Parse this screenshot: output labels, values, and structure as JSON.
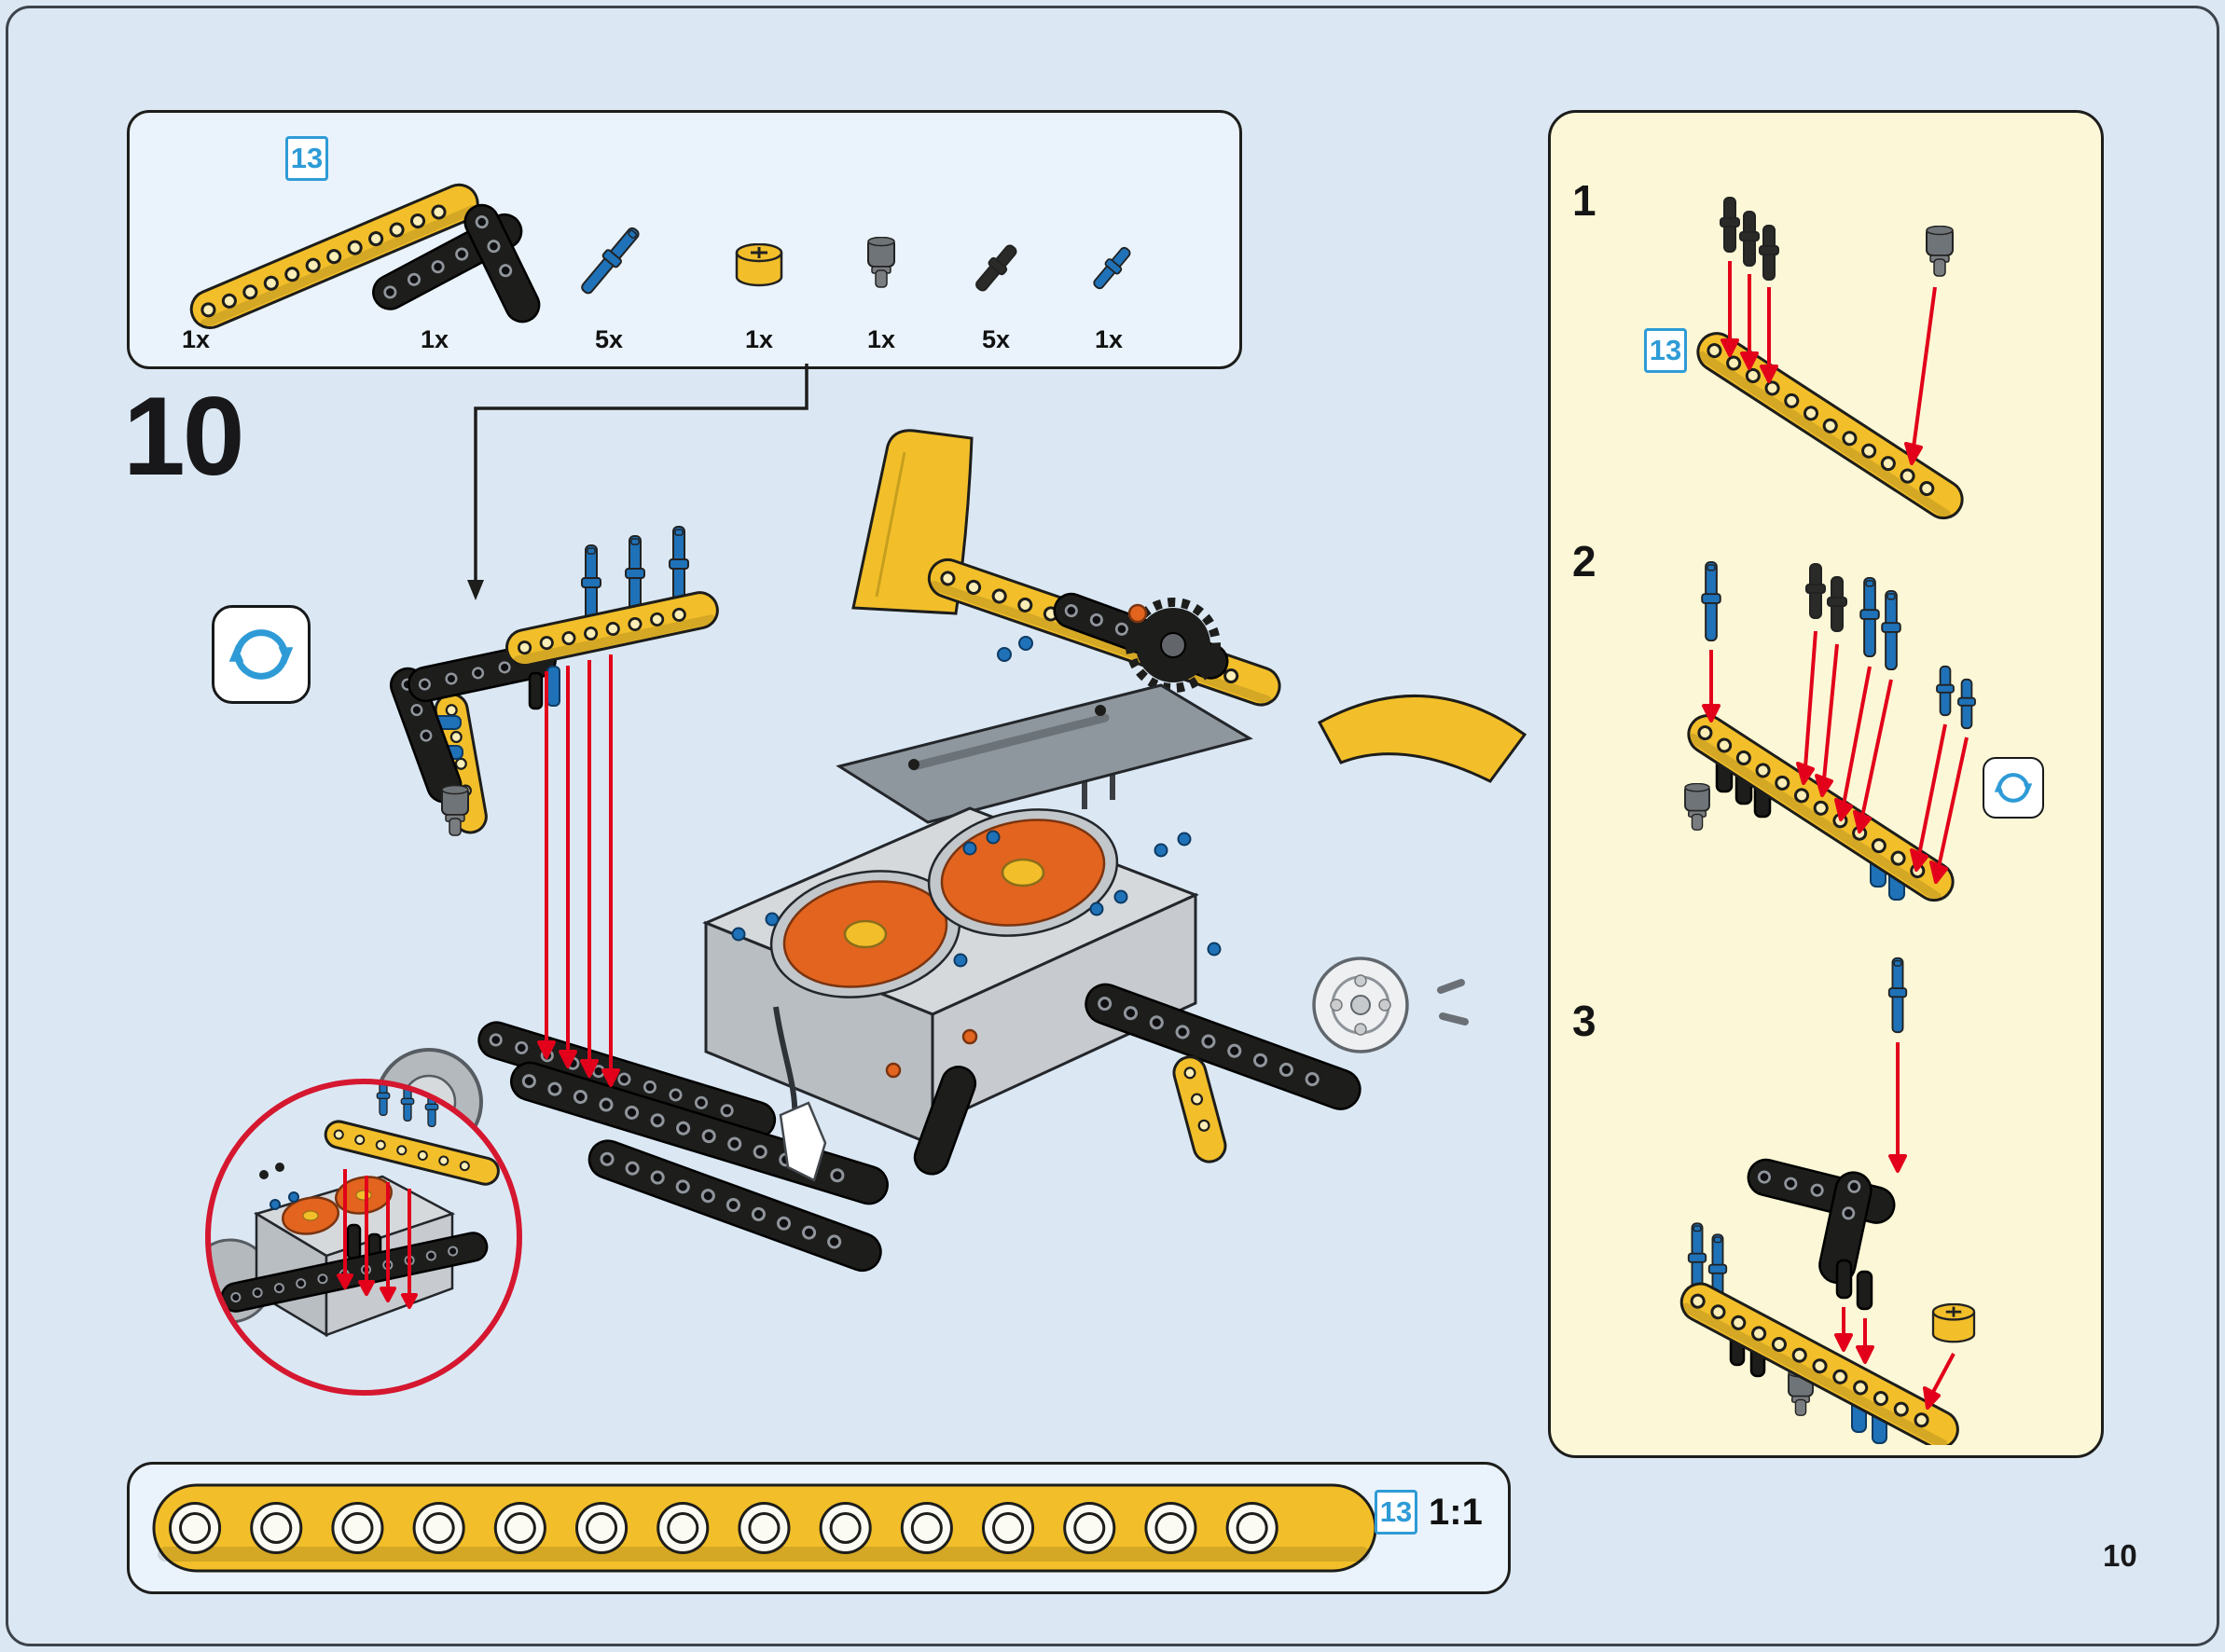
{
  "page": {
    "step_number": "10",
    "page_number": "10"
  },
  "callout": {
    "id": "13"
  },
  "parts_list": {
    "callout": "13",
    "items": [
      {
        "part": "beam-13-yellow",
        "qty": "1x"
      },
      {
        "part": "beam-bent-black",
        "qty": "1x"
      },
      {
        "part": "pin-3l-blue",
        "qty": "5x"
      },
      {
        "part": "axle-connector-yellow",
        "qty": "1x"
      },
      {
        "part": "pin-connector-gray",
        "qty": "1x"
      },
      {
        "part": "pin-black",
        "qty": "5x"
      },
      {
        "part": "pin-blue",
        "qty": "1x"
      }
    ]
  },
  "substeps": [
    {
      "label": "1"
    },
    {
      "label": "2"
    },
    {
      "label": "3"
    }
  ],
  "scale_check": {
    "callout": "13",
    "label": "1:1"
  },
  "icons": {
    "rotate": "circular-rotation-arrows",
    "insert_arrow": "red-insertion-arrow",
    "callout_line": "elbow-pointer-line"
  },
  "colors": {
    "page_bg": "#dbe8f4",
    "panel_bg": "#eaf3fb",
    "sidebar_bg": "#fcf8d7",
    "lego_yellow": "#f2bf2a",
    "lego_black": "#1d1d1b",
    "lego_blue": "#1f72b8",
    "lego_gray": "#9aa0a5",
    "lego_orange": "#e2641e",
    "arrow_red": "#e2001a",
    "callout_blue": "#2e9bd6",
    "detail_circle_red": "#d5172f",
    "outline": "#1d1d1b"
  }
}
